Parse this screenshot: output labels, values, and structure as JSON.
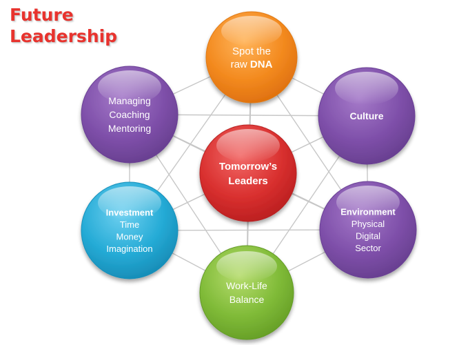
{
  "title": {
    "line1": "Future",
    "line2": "Leadership"
  },
  "center": {
    "lines": [
      "Tomorrow’s",
      "Leaders"
    ],
    "color": "#d7292b"
  },
  "nodes": {
    "top": {
      "lines": [
        [
          {
            "t": "Spot the",
            "b": false
          }
        ],
        [
          {
            "t": "raw ",
            "b": false
          },
          {
            "t": "DNA",
            "b": true
          }
        ]
      ],
      "color": "#f07f17"
    },
    "top_left": {
      "lines": [
        [
          {
            "t": "Managing",
            "b": false
          }
        ],
        [
          {
            "t": "Coaching",
            "b": false
          }
        ],
        [
          {
            "t": "Mentoring",
            "b": false
          }
        ]
      ],
      "color": "#7a4ba5"
    },
    "top_right": {
      "lines": [
        [
          {
            "t": "Culture",
            "b": true
          }
        ]
      ],
      "color": "#7a4ba5"
    },
    "bottom_left": {
      "lines": [
        [
          {
            "t": "Investment",
            "b": true
          }
        ],
        [
          {
            "t": "Time",
            "b": false
          }
        ],
        [
          {
            "t": "Money",
            "b": false
          }
        ],
        [
          {
            "t": "Imagination",
            "b": false
          }
        ]
      ],
      "color": "#1fa8d2"
    },
    "bottom_right": {
      "lines": [
        [
          {
            "t": "Environment",
            "b": true
          }
        ],
        [
          {
            "t": "Physical",
            "b": false
          }
        ],
        [
          {
            "t": "Digital",
            "b": false
          }
        ],
        [
          {
            "t": "Sector",
            "b": false
          }
        ]
      ],
      "color": "#7a4ba5"
    },
    "bottom": {
      "lines": [
        [
          {
            "t": "Work-Life",
            "b": false
          }
        ],
        [
          {
            "t": "Balance",
            "b": false
          }
        ]
      ],
      "color": "#7ab833"
    }
  },
  "line_color": "#c7c7c7"
}
